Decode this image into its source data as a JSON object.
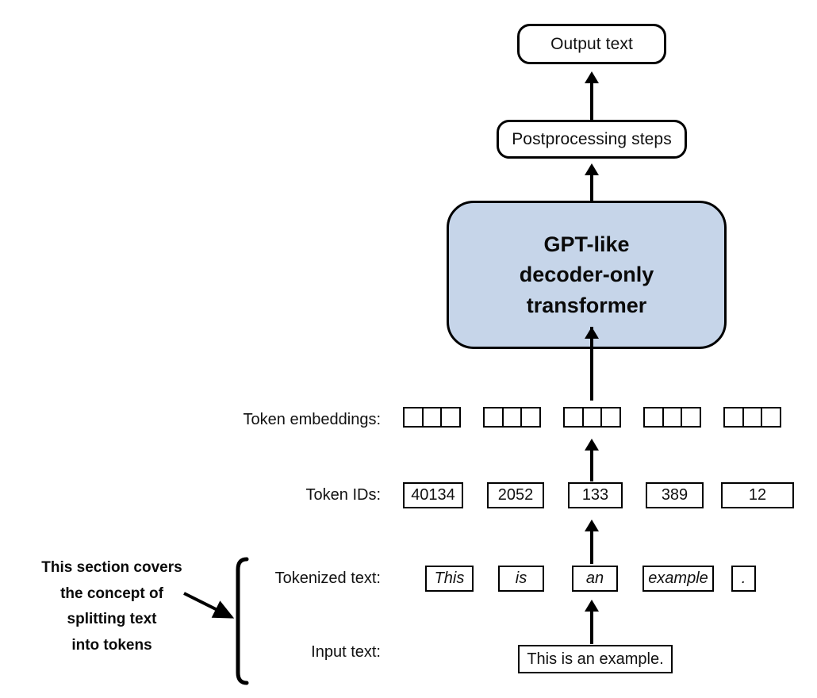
{
  "diagram": {
    "title": "LLM text processing pipeline",
    "accent_fill": "#c6d5e9",
    "stroke": "#000000",
    "background": "#ffffff"
  },
  "nodes": {
    "output_text": "Output text",
    "postprocessing": "Postprocessing steps",
    "model_lines": [
      "GPT-like",
      "decoder-only",
      "transformer"
    ]
  },
  "rows": {
    "token_embeddings_label": "Token embeddings:",
    "token_ids_label": "Token IDs:",
    "tokenized_text_label": "Tokenized text:",
    "input_text_label": "Input text:"
  },
  "token_ids": [
    "40134",
    "2052",
    "133",
    "389",
    "12"
  ],
  "tokens": [
    "This",
    "is",
    "an",
    "example",
    "."
  ],
  "embeddings": {
    "groups": 5,
    "squares_per_group": 3
  },
  "input_text_value": "This is an example.",
  "annotation": {
    "lines": [
      "This section covers",
      "the concept of",
      "splitting text",
      "into tokens"
    ],
    "full_text": "This section covers the concept of splitting text into tokens"
  }
}
